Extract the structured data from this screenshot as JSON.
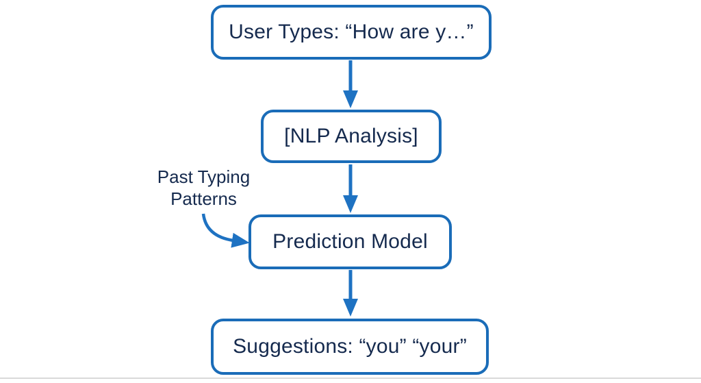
{
  "diagram": {
    "type": "flowchart",
    "nodes": [
      {
        "id": "user-types",
        "label": "User Types: “How are y…”"
      },
      {
        "id": "nlp-analysis",
        "label": "[NLP Analysis]"
      },
      {
        "id": "prediction-model",
        "label": "Prediction Model"
      },
      {
        "id": "suggestions",
        "label": "Suggestions: “you” “your”"
      }
    ],
    "edges": [
      {
        "from": "user-types",
        "to": "nlp-analysis",
        "style": "straight-arrow"
      },
      {
        "from": "nlp-analysis",
        "to": "prediction-model",
        "style": "straight-arrow"
      },
      {
        "from": "prediction-model",
        "to": "suggestions",
        "style": "straight-arrow"
      },
      {
        "from": "past-typing-patterns",
        "to": "prediction-model",
        "style": "curved-arrow"
      }
    ],
    "annotation": {
      "id": "past-typing-patterns",
      "label": "Past Typing Patterns"
    },
    "colors": {
      "box_border": "#1a6cb8",
      "arrow": "#1e72c2",
      "text": "#152a4e",
      "background": "#ffffff",
      "bottom_divider": "#d9d9d9"
    }
  }
}
